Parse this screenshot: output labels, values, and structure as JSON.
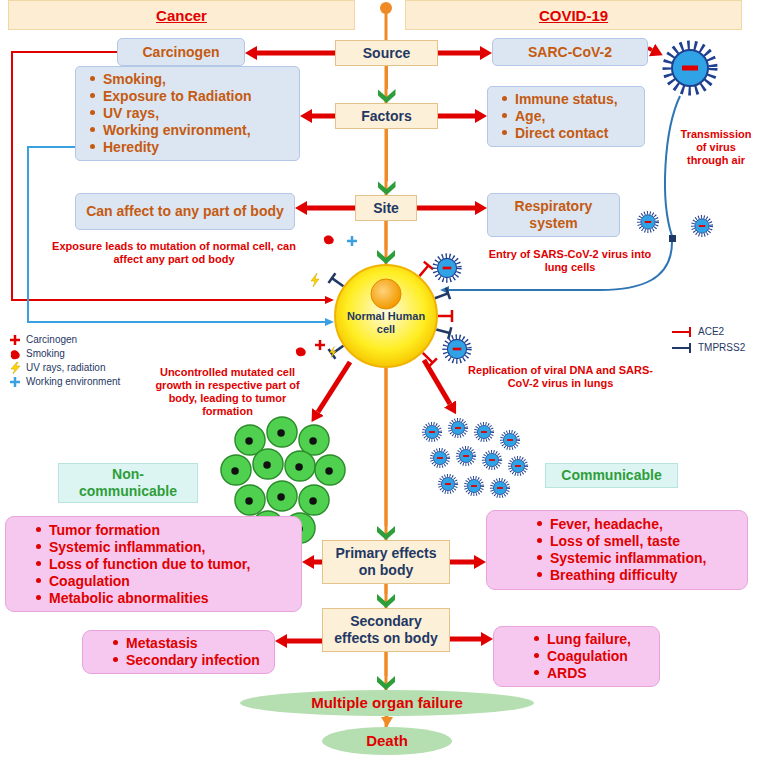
{
  "diagram": {
    "nodes": [
      {
        "text": [
          "Cancer"
        ]
      },
      {
        "text": [
          "COVID-19"
        ]
      },
      {
        "text": [
          "Carcinogen"
        ]
      },
      {
        "text": [
          "Source"
        ]
      },
      {
        "text": [
          "SARC-CoV-2"
        ]
      },
      {
        "text": [
          "Smoking,",
          "Exposure to Radiation",
          "UV rays,",
          "Working environment,",
          "Heredity"
        ]
      },
      {
        "text": [
          "Factors"
        ]
      },
      {
        "text": [
          "Immune status,",
          "Age,",
          "Direct contact"
        ]
      },
      {
        "text": [
          "Can affect to any part of body"
        ]
      },
      {
        "text": [
          "Site"
        ]
      },
      {
        "text": [
          "Respiratory system"
        ]
      },
      {
        "text": [
          "Normal Human cell"
        ]
      },
      {
        "text": [
          "Non-communicable"
        ]
      },
      {
        "text": [
          "Communicable"
        ]
      },
      {
        "text": [
          "Tumor formation",
          "Systemic inflammation,",
          "Loss of function due to tumor,",
          "Coagulation",
          "Metabolic abnormalities"
        ]
      },
      {
        "text": [
          "Primary effects on body"
        ]
      },
      {
        "text": [
          "Fever, headache,",
          "Loss of smell, taste",
          "Systemic inflammation,",
          "Breathing difficulty"
        ]
      },
      {
        "text": [
          "Metastasis",
          "Secondary infection"
        ]
      },
      {
        "text": [
          "Secondary effects on body"
        ]
      },
      {
        "text": [
          "Lung failure,",
          "Coagulation",
          "ARDS"
        ]
      },
      {
        "text": [
          "Multiple organ failure"
        ]
      },
      {
        "text": [
          "Death"
        ]
      }
    ],
    "edges": [
      {
        "from": 3,
        "to": 2,
        "arrow": "to"
      },
      {
        "from": 3,
        "to": 4,
        "arrow": "to"
      },
      {
        "from": 3,
        "to": 6,
        "arrow": "to"
      },
      {
        "from": 6,
        "to": 5,
        "arrow": "to"
      },
      {
        "from": 6,
        "to": 7,
        "arrow": "to"
      },
      {
        "from": 6,
        "to": 9,
        "arrow": "to"
      },
      {
        "from": 9,
        "to": 8,
        "arrow": "to"
      },
      {
        "from": 9,
        "to": 10,
        "arrow": "to"
      },
      {
        "from": 9,
        "to": 11,
        "arrow": "to"
      },
      {
        "from": 2,
        "to": 11,
        "arrow": "to"
      },
      {
        "from": 5,
        "to": 11,
        "arrow": "to"
      },
      {
        "from": 11,
        "to": 15,
        "arrow": "to"
      },
      {
        "from": 15,
        "to": 14,
        "arrow": "to"
      },
      {
        "from": 15,
        "to": 16,
        "arrow": "to"
      },
      {
        "from": 15,
        "to": 18,
        "arrow": "to"
      },
      {
        "from": 18,
        "to": 17,
        "arrow": "to"
      },
      {
        "from": 18,
        "to": 19,
        "arrow": "to"
      },
      {
        "from": 18,
        "to": 20,
        "arrow": "to"
      },
      {
        "from": 20,
        "to": 21,
        "arrow": "to"
      }
    ],
    "labels": [
      "Transmission of virus through air",
      "Entry of SARS-CoV-2 virus into lung cells",
      "Exposure leads to mutation of normal cell, can affect any part od body",
      "Uncontrolled mutated cell growth in respective part of body, leading to tumor formation",
      "Replication of viral DNA and SARS-CoV-2 virus in lungs"
    ],
    "legend": [
      {
        "text": "Carcinogen"
      },
      {
        "text": "Smoking"
      },
      {
        "text": "UV rays, radiation"
      },
      {
        "text": "Working environment"
      },
      {
        "text": "ACE2"
      },
      {
        "text": "TMPRSS2"
      }
    ]
  }
}
